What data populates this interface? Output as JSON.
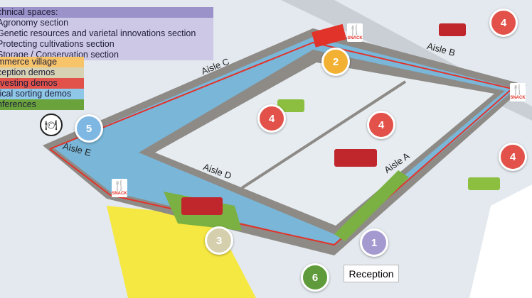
{
  "legend": {
    "header": "chnical spaces:",
    "items": [
      {
        "label": "Agronomy section",
        "color": "#cdc8e6"
      },
      {
        "label": "Genetic resources and varietal innovations section",
        "color": "#cdc8e6"
      },
      {
        "label": "Protecting cultivations section",
        "color": "#cdc8e6"
      },
      {
        "label": "Storage / Conservation section",
        "color": "#cdc8e6"
      },
      {
        "label": "mmerce village",
        "color": "#f8c46a"
      },
      {
        "label": "ception demos",
        "color": "#d8d2b4"
      },
      {
        "label": "rvesting demos",
        "color": "#e2524a"
      },
      {
        "label": "tical sorting demos",
        "color": "#8fc7e8"
      },
      {
        "label": "nferences",
        "color": "#6aa33c"
      }
    ]
  },
  "aisles": {
    "a": "Aisle A",
    "b": "Aisle B",
    "c": "Aisle C",
    "d": "Aisle D",
    "e": "Aisle E"
  },
  "markers": [
    {
      "num": "4",
      "color": "#e2524a"
    },
    {
      "num": "2",
      "color": "#f2b133"
    },
    {
      "num": "4",
      "color": "#e2524a"
    },
    {
      "num": "4",
      "color": "#e2524a"
    },
    {
      "num": "4",
      "color": "#e2524a"
    },
    {
      "num": "5",
      "color": "#7fb7e3"
    },
    {
      "num": "3",
      "color": "#d5cfae"
    },
    {
      "num": "1",
      "color": "#a59ad0"
    },
    {
      "num": "6",
      "color": "#5f9b3a"
    }
  ],
  "snack_label": "SNACK",
  "reception": "Reception"
}
